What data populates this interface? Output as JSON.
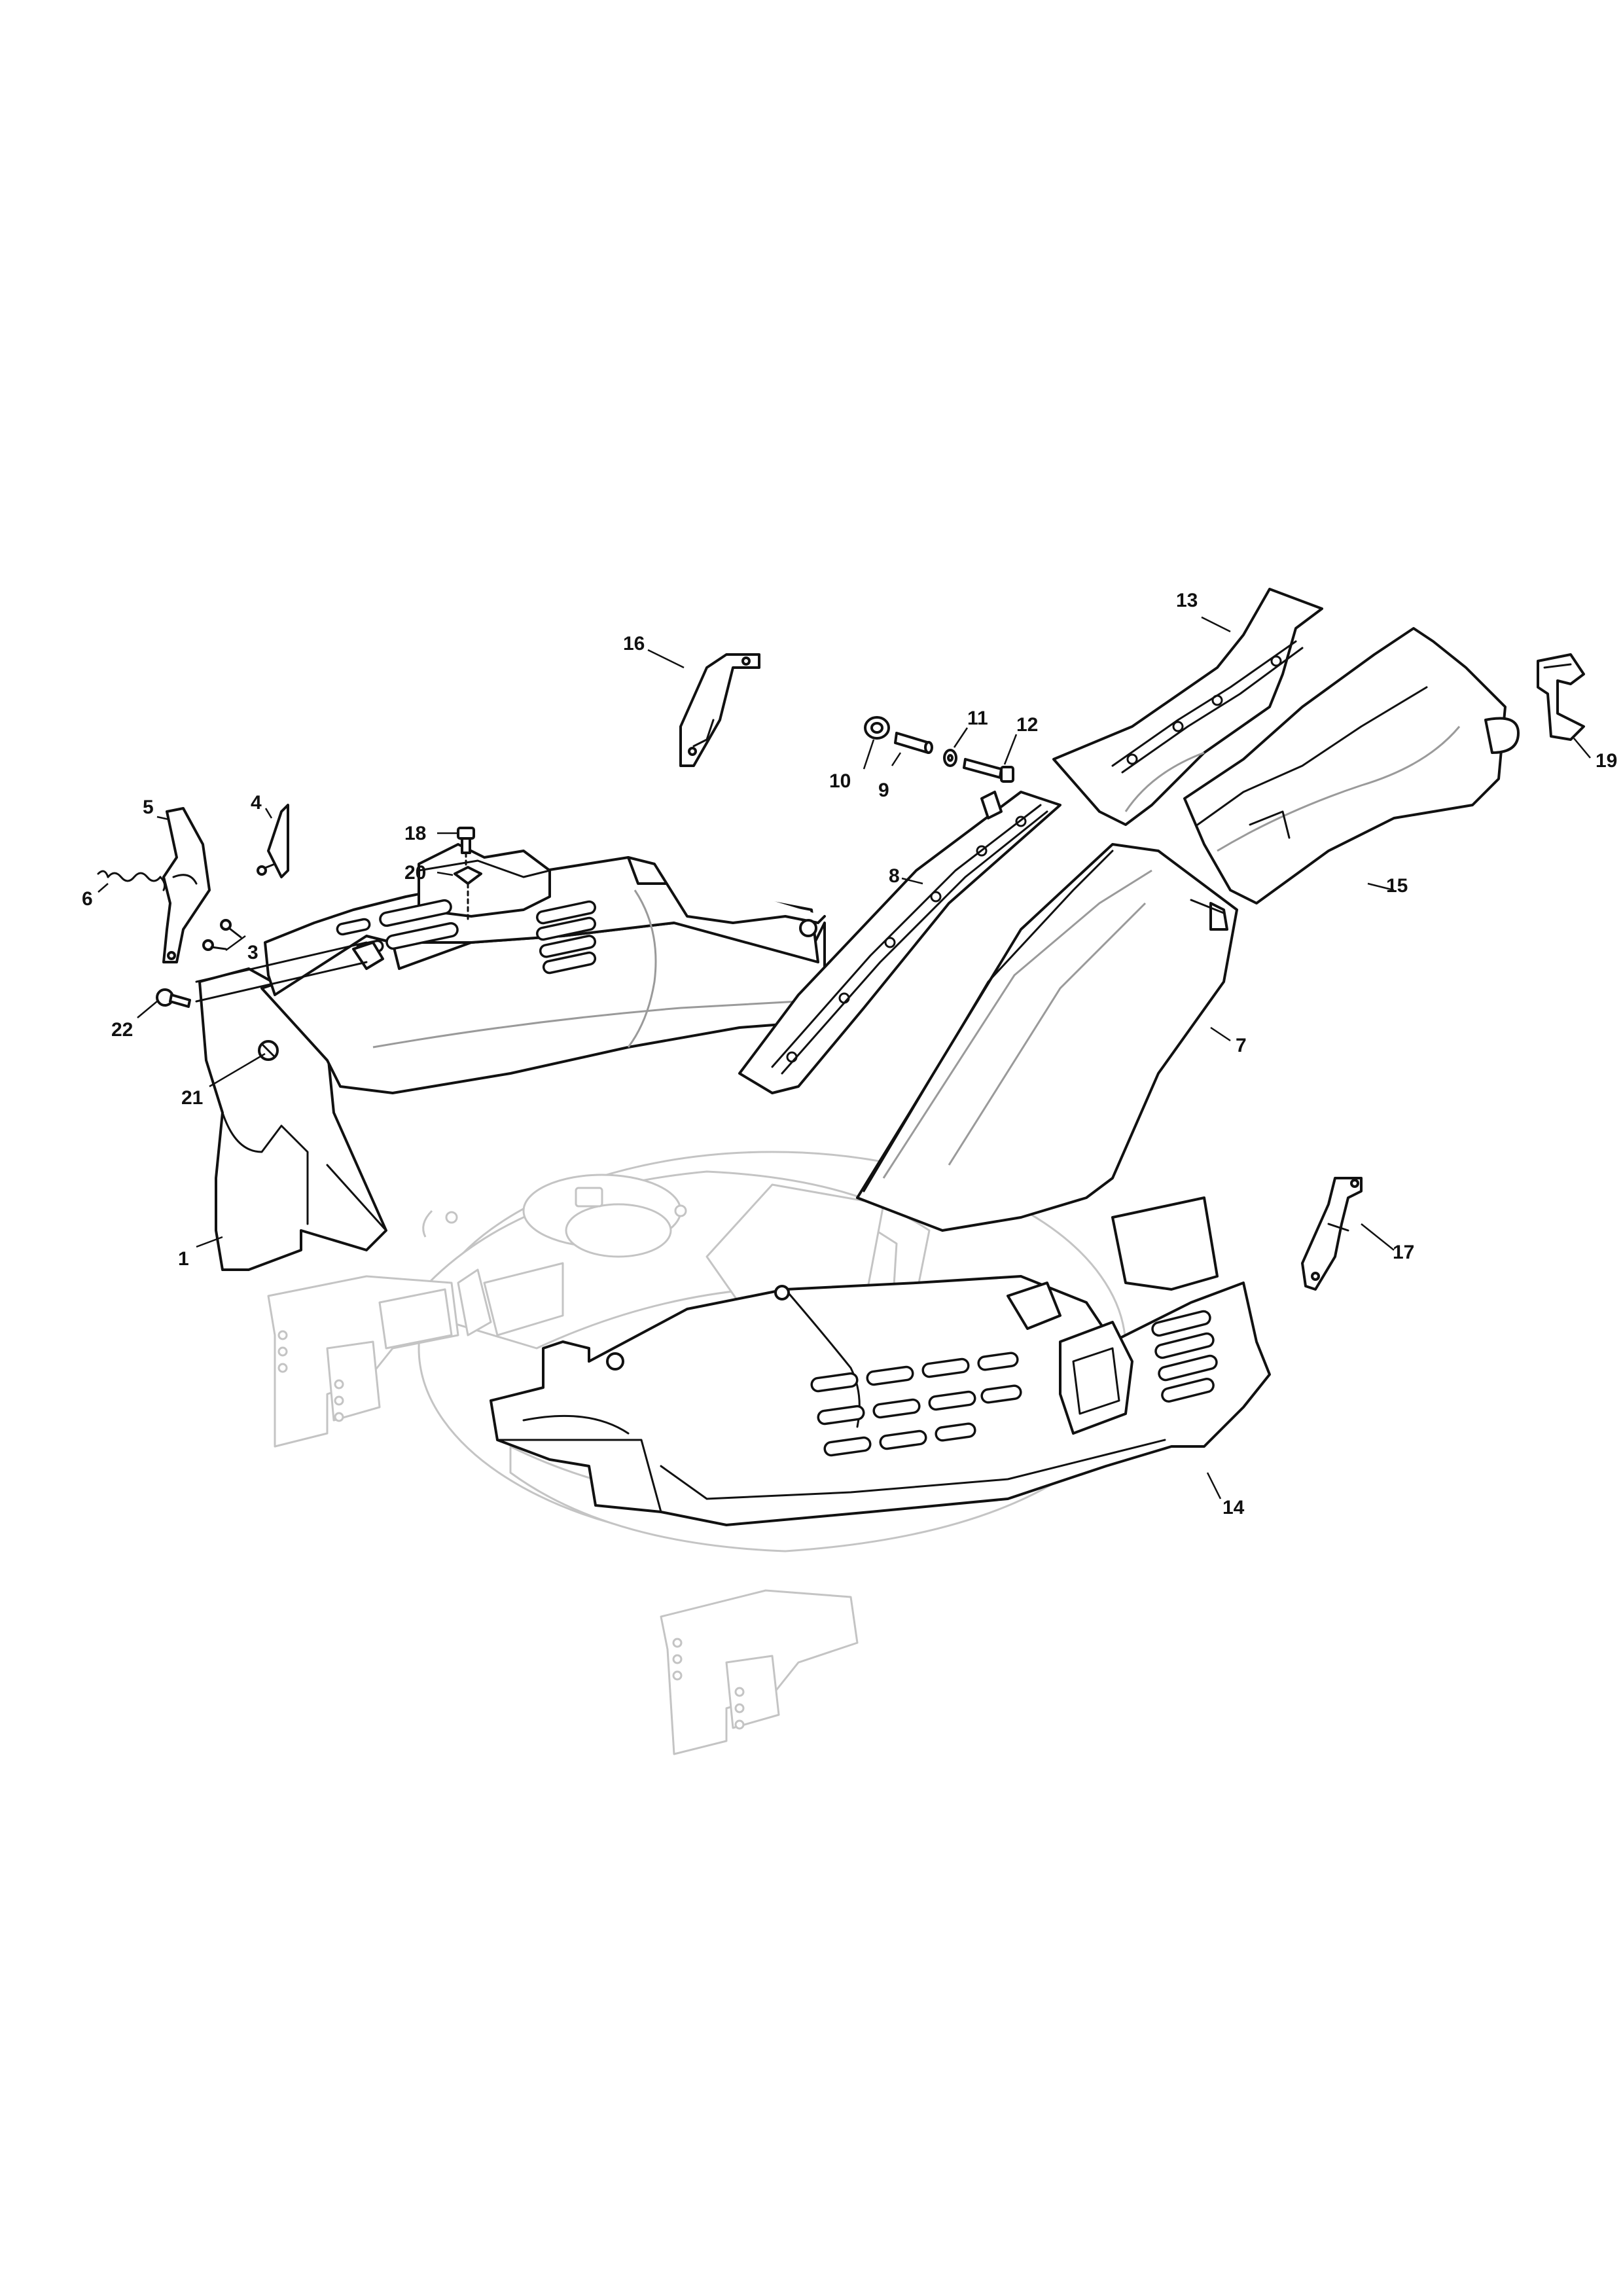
{
  "labels": {
    "l1": "1",
    "l3": "3",
    "l4": "4",
    "l5": "5",
    "l6": "6",
    "l7": "7",
    "l8": "8",
    "l9": "9",
    "l10": "10",
    "l11": "11",
    "l12": "12",
    "l13": "13",
    "l14": "14",
    "l15": "15",
    "l16": "16",
    "l17": "17",
    "l18": "18",
    "l19": "19",
    "l20": "20",
    "l21": "21",
    "l22": "22"
  },
  "colors": {
    "line": "#111111",
    "ghost": "#c4c4c4",
    "background": "#ffffff"
  }
}
